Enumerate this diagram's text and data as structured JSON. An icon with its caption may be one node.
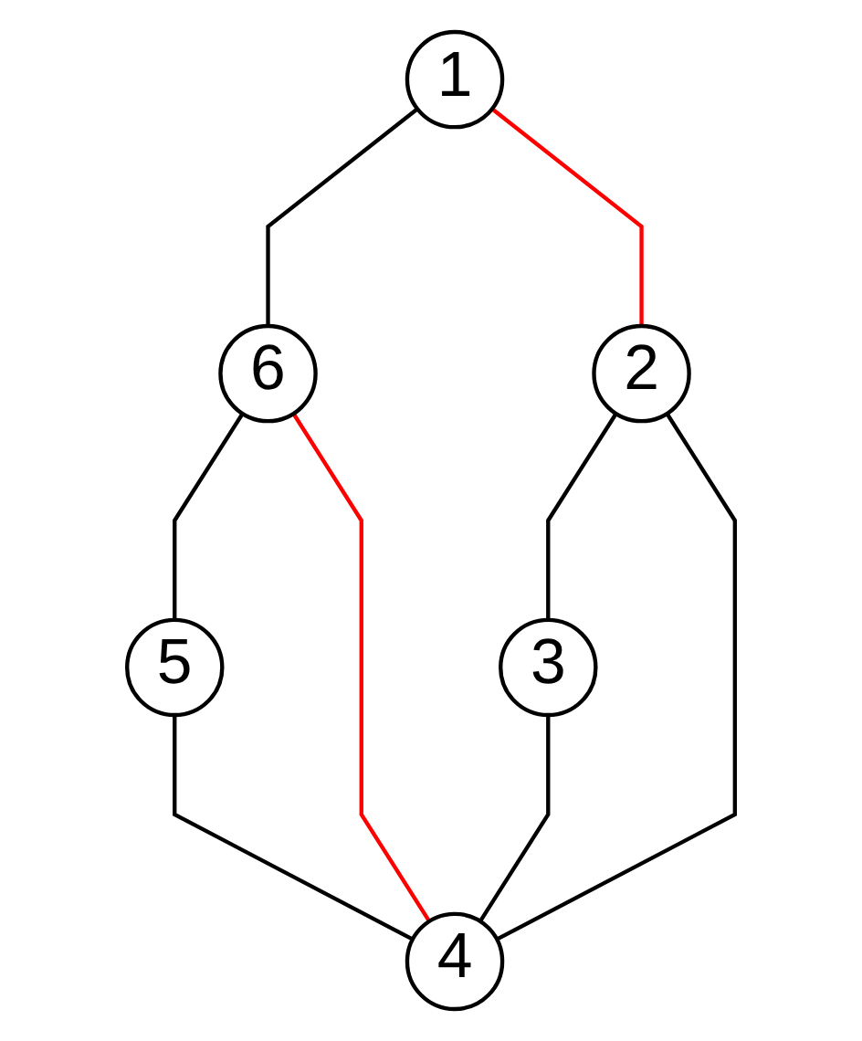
{
  "diagram": {
    "nodes": [
      {
        "text": [
          "1"
        ]
      },
      {
        "text": [
          "2"
        ]
      },
      {
        "text": [
          "3"
        ]
      },
      {
        "text": [
          "4"
        ]
      },
      {
        "text": [
          "5"
        ]
      },
      {
        "text": [
          "6"
        ]
      }
    ],
    "edges": [
      {
        "from": 0,
        "to": 5,
        "arrow": "none"
      },
      {
        "from": 0,
        "to": 1,
        "arrow": "none",
        "color": "#ff0000"
      },
      {
        "from": 1,
        "to": 2,
        "arrow": "none"
      },
      {
        "from": 1,
        "to": 3,
        "arrow": "none"
      },
      {
        "from": 5,
        "to": 4,
        "arrow": "none"
      },
      {
        "from": 5,
        "to": 3,
        "arrow": "none",
        "color": "#ff0000"
      },
      {
        "from": 4,
        "to": 3,
        "arrow": "none"
      },
      {
        "from": 2,
        "to": 3,
        "arrow": "none"
      }
    ]
  }
}
